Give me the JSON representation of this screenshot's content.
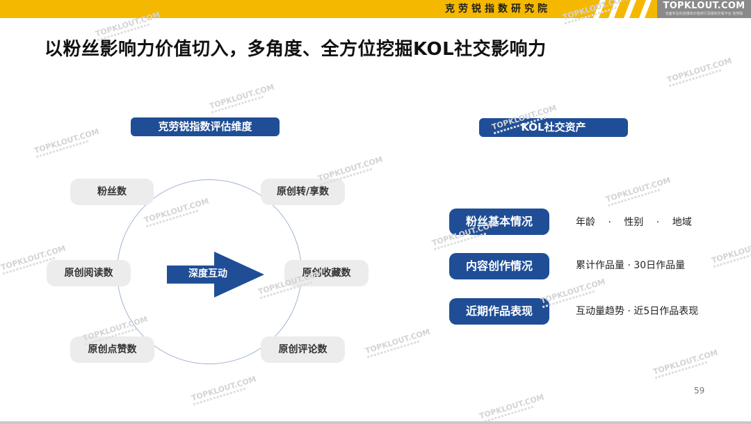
{
  "header": {
    "institute": "克劳锐指数研究院",
    "logo_main": "TOPKLOUT.COM",
    "logo_sub": "全面专业的自媒体价值排行及版权交易平台 克劳锐"
  },
  "title": "以粉丝影响力价值切入，多角度、全方位挖掘KOL社交影响力",
  "left_section": {
    "header": "克劳锐指数评估维度",
    "center_label": "深度互动",
    "nodes": [
      "粉丝数",
      "原创转/享数",
      "原创阅读数",
      "原创收藏数",
      "原创点赞数",
      "原创评论数"
    ]
  },
  "right_section": {
    "header": "KOL社交资产",
    "rows": [
      {
        "label": "粉丝基本情况",
        "detail": "年龄　 ·　 性别　 ·　 地域"
      },
      {
        "label": "内容创作情况",
        "detail": "累计作品量 · 30日作品量"
      },
      {
        "label": "近期作品表现",
        "detail": "互动量趋势 · 近5日作品表现"
      }
    ]
  },
  "watermark_text": "TOPKLOUT.COM",
  "page_number": "59",
  "colors": {
    "accent_yellow": "#f5b800",
    "navy": "#1f4e96",
    "node_gray": "#ececec"
  }
}
